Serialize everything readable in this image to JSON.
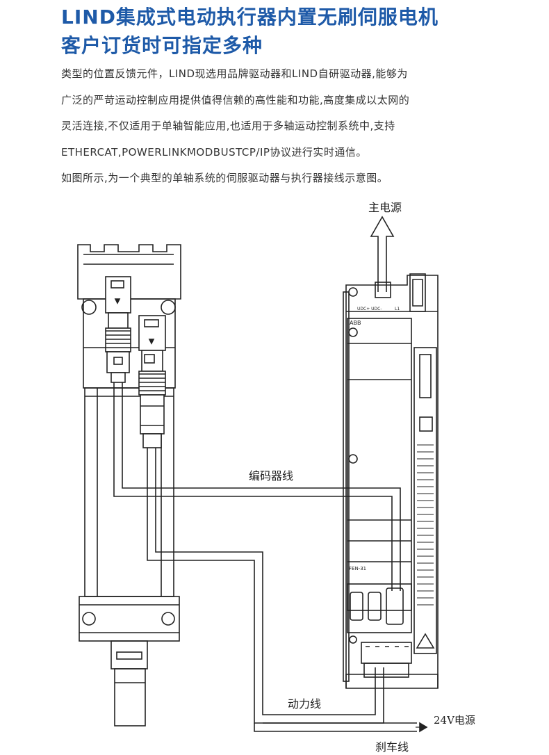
{
  "title": {
    "line1": "LIND集成式电动执行器内置无刷伺服电机",
    "line2": "客户订货时可指定多种"
  },
  "paragraph": {
    "line1": "类型的位置反馈元件，LIND现选用品牌驱动器和LIND自研驱动器,能够为",
    "line2": "广泛的严苛运动控制应用提供值得信赖的高性能和功能,高度集成以太网的",
    "line3": "灵活连接,不仅适用于单轴智能应用,也适用于多轴运动控制系统中,支持",
    "line4": "ETHERCAT,POWERLINKMODBUSTCP/IP协议进行实时通信。",
    "line5": "如图所示,为一个典型的单轴系统的伺服驱动器与执行器接线示意图。"
  },
  "diagram": {
    "labels": {
      "main_power": "主电源",
      "encoder_cable": "编码器线",
      "power_cable": "动力线",
      "power_24v": "24V电源",
      "brake_cable": "刹车线"
    },
    "drive_markings": {
      "brand": "ABB",
      "top_terminal": "UDC+ UDC-",
      "top_terminal_right": "L1",
      "model": "FEN-31"
    }
  }
}
